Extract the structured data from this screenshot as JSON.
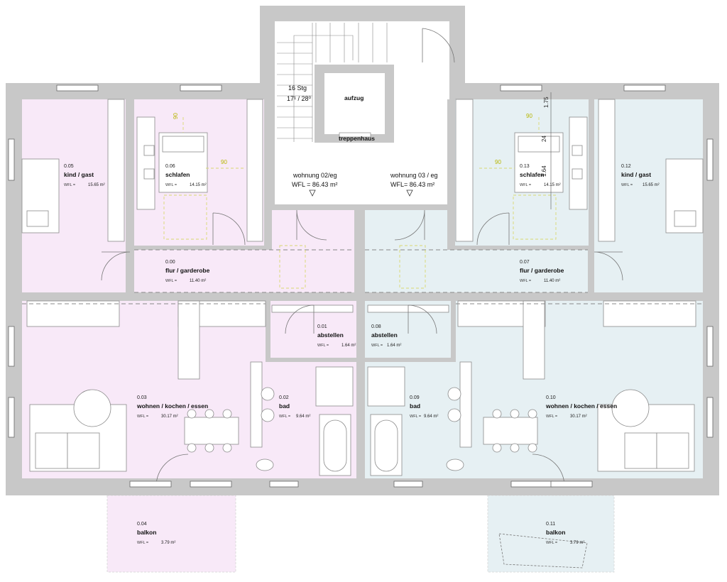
{
  "colors": {
    "wall": "#c8c8c8",
    "unit_left": "#f8e9f8",
    "unit_right": "#e6f0f3",
    "stair": "#ffffff"
  },
  "core": {
    "stairs": "16 Stg",
    "stair_ratio": "17¹ / 28⁰",
    "elevator": "aufzug",
    "stairwell": "treppenhaus"
  },
  "units": {
    "left": {
      "title": "wohnung 02/eg",
      "wfl": "WFL =  86.43 m²"
    },
    "right": {
      "title": "wohnung 03 / eg",
      "wfl": "WFL=  86.43 m²"
    }
  },
  "wfl_label": "WFL =",
  "rooms": [
    {
      "id": "r05",
      "num": "0.05",
      "name": "kind / gast",
      "area": "15.65 m²"
    },
    {
      "id": "r06",
      "num": "0.06",
      "name": "schlafen",
      "area": "14.15 m²"
    },
    {
      "id": "r00",
      "num": "0.00",
      "name": "flur / garderobe",
      "area": "11.40 m²"
    },
    {
      "id": "r01",
      "num": "0.01",
      "name": "abstellen",
      "area": "1.64 m²"
    },
    {
      "id": "r02",
      "num": "0.02",
      "name": "bad",
      "area": "9.64 m²"
    },
    {
      "id": "r03",
      "num": "0.03",
      "name": "wohnen / kochen / essen",
      "area": "30.17 m²"
    },
    {
      "id": "r04",
      "num": "0.04",
      "name": "balkon",
      "area": "3.79 m²"
    },
    {
      "id": "r07",
      "num": "0.07",
      "name": "flur / garderobe",
      "area": "11.40 m²"
    },
    {
      "id": "r08",
      "num": "0.08",
      "name": "abstellen",
      "area": "1.64 m²"
    },
    {
      "id": "r09",
      "num": "0.09",
      "name": "bad",
      "area": "9.64 m²"
    },
    {
      "id": "r10",
      "num": "0.10",
      "name": "wohnen / kochen / essen",
      "area": "30.17 m²"
    },
    {
      "id": "r11",
      "num": "0.11",
      "name": "balkon",
      "area": "3.79 m²"
    },
    {
      "id": "r12",
      "num": "0.12",
      "name": "kind / gast",
      "area": "15.65 m²"
    },
    {
      "id": "r13",
      "num": "0.13",
      "name": "schlafen",
      "area": "14.15 m²"
    }
  ],
  "dimensions": {
    "bed_clear_left_top": "90",
    "bed_clear_left_side": "90",
    "bed_clear_right_top": "90",
    "bed_clear_right_side": "90",
    "height_175": "1.75",
    "height_24": "24",
    "height_164": "1.64"
  }
}
